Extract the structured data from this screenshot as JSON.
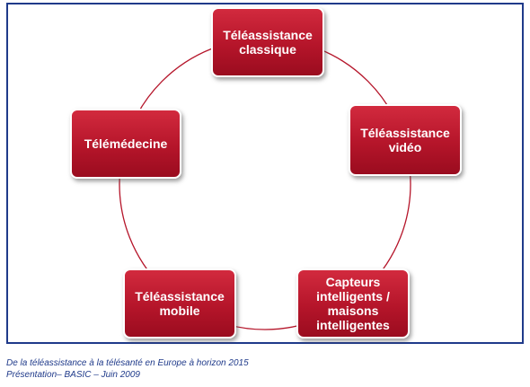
{
  "diagram": {
    "nodes": [
      {
        "id": "classique",
        "label": "Téléassistance classique"
      },
      {
        "id": "video",
        "label": "Téléassistance vidéo"
      },
      {
        "id": "capteurs",
        "label": "Capteurs intelligents / maisons intelligentes"
      },
      {
        "id": "mobile",
        "label": "Téléassistance mobile"
      },
      {
        "id": "telemedecine",
        "label": "Télémédecine"
      }
    ]
  },
  "caption": {
    "line1": "De la téléassistance à la télésanté en Europe à horizon 2015",
    "line2": "Présentation– BASIC – Juin 2009"
  },
  "colors": {
    "node_fill": "#b5152a",
    "ring": "#b5152a",
    "frame": "#1f3a8a",
    "caption": "#1f3a8a"
  }
}
